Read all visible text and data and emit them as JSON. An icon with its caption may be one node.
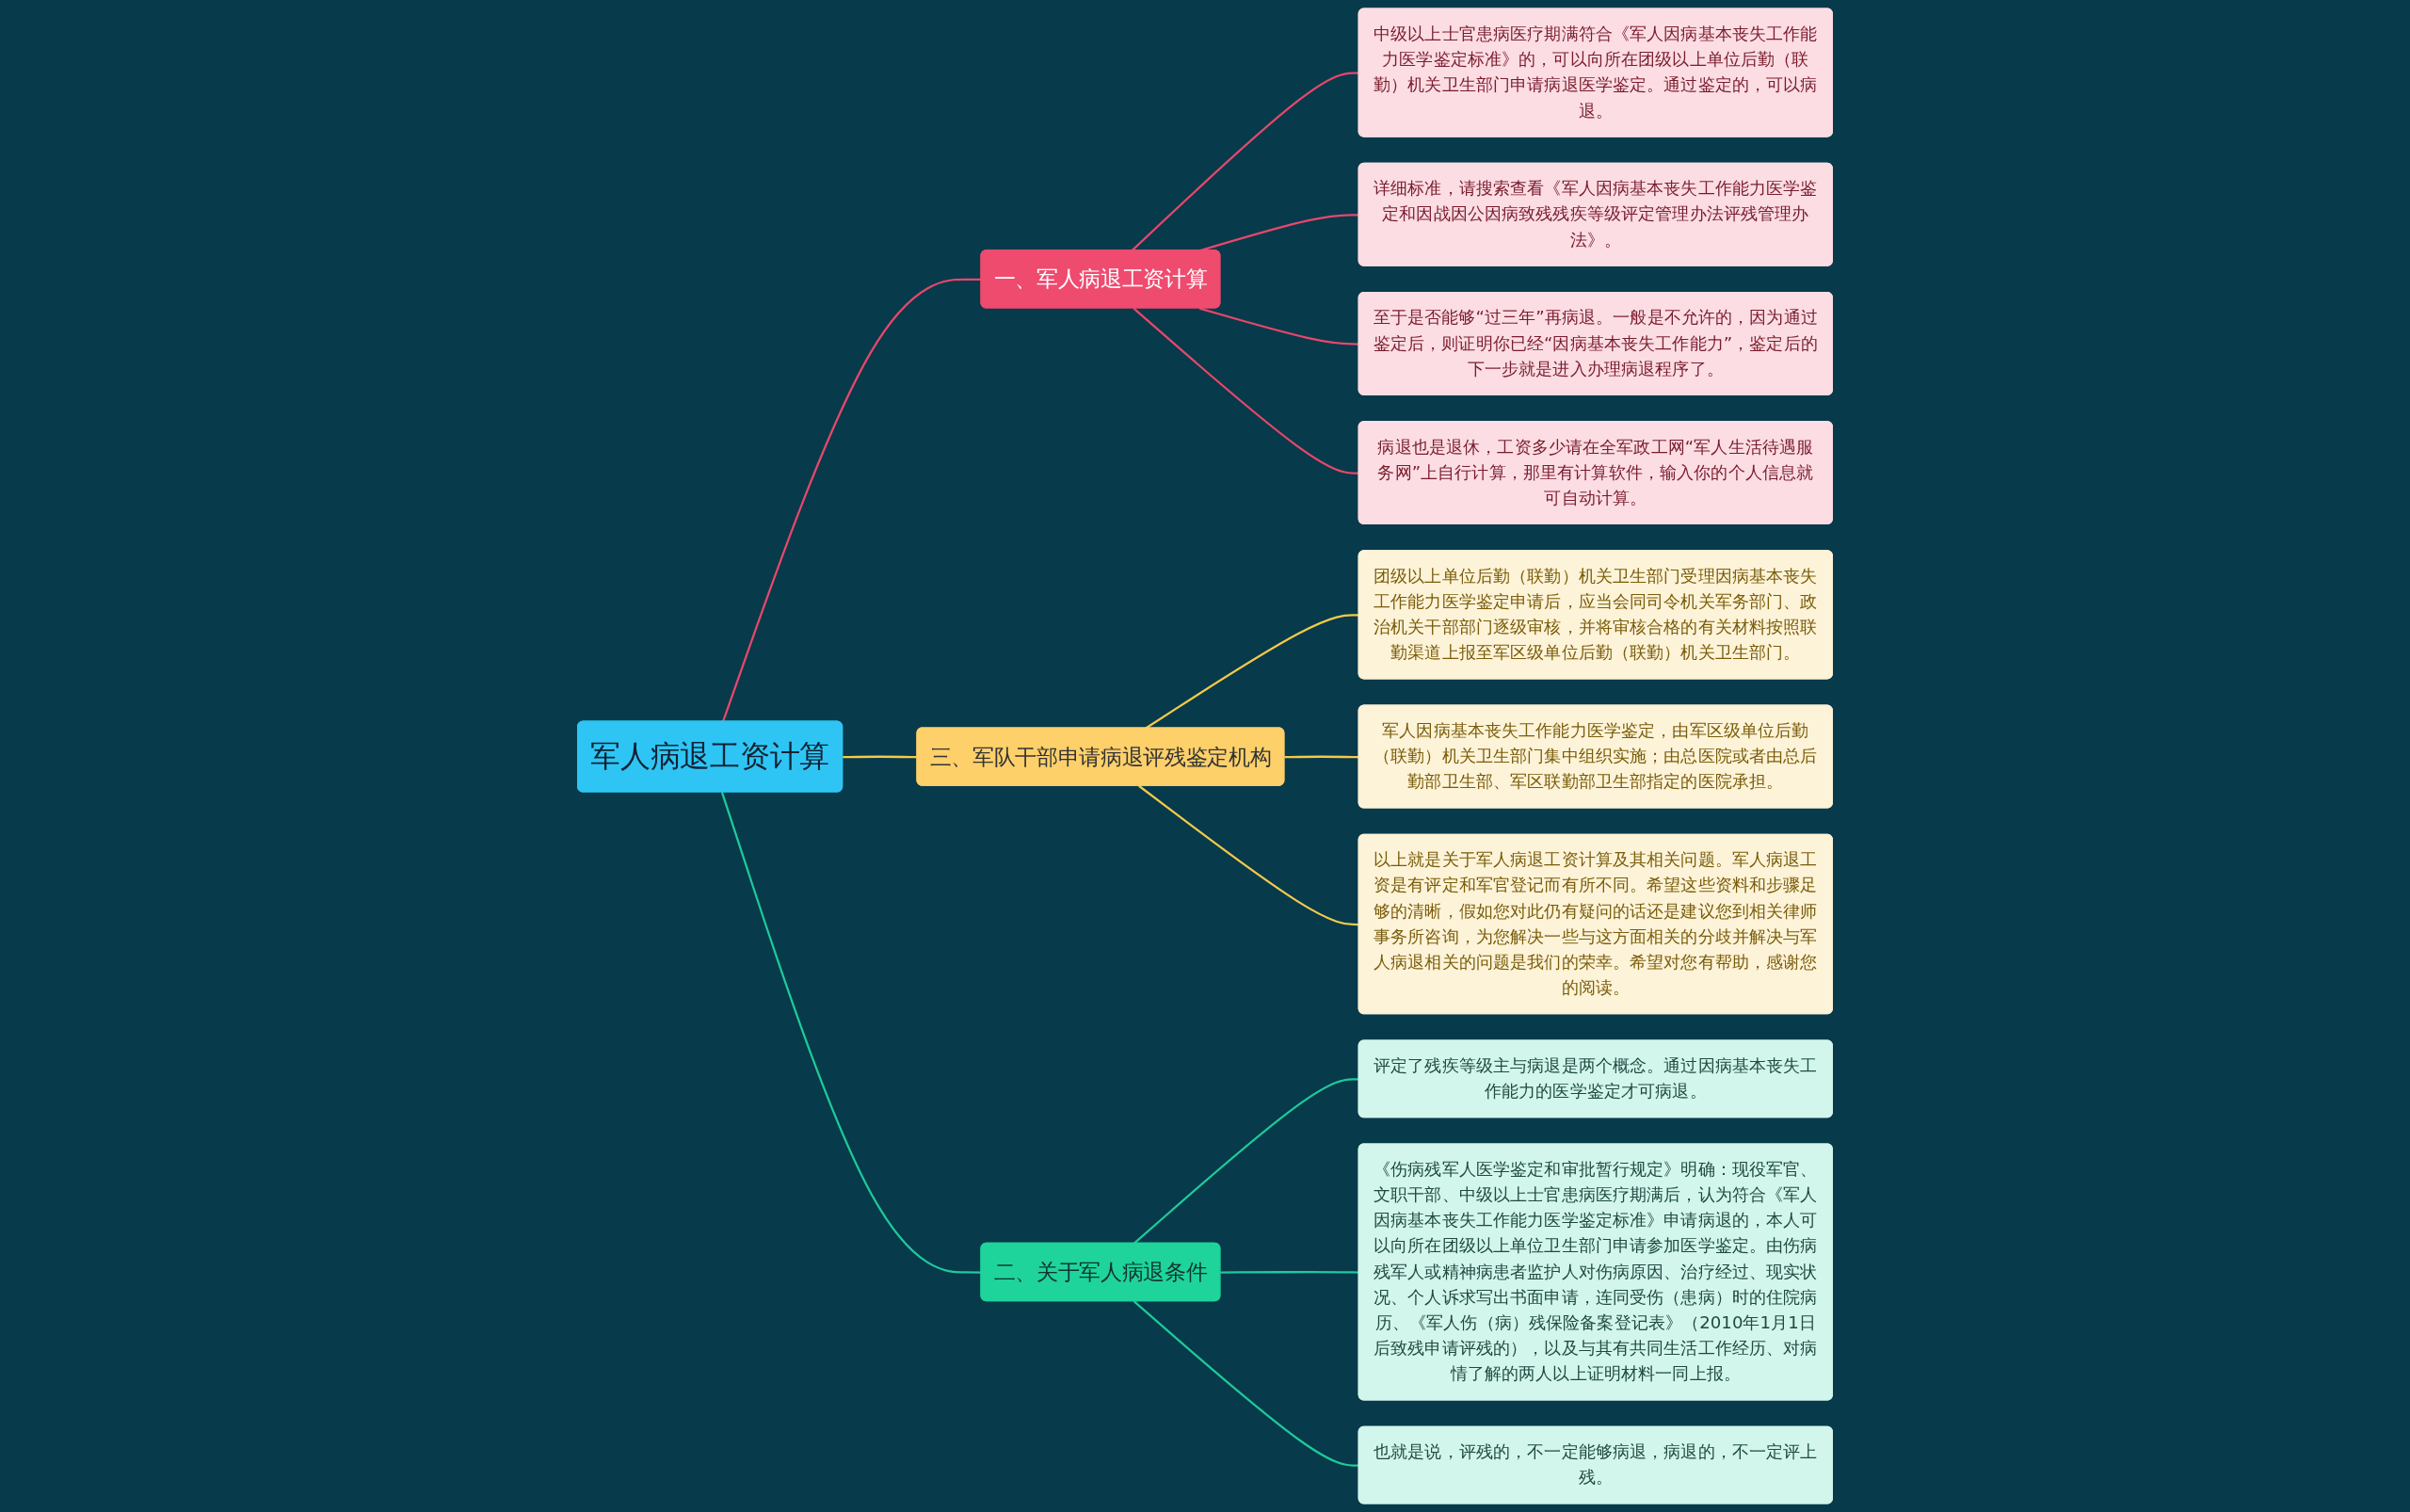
{
  "diagram": {
    "nodes": [
      {
        "text": [
          "军人病退工资计算"
        ]
      },
      {
        "text": [
          "一、军人病退工资计算"
        ]
      },
      {
        "text": [
          "中级以上士官患病医疗期满符合《军人因病基本丧失工作能力医学鉴定标准》的，可以向所在团级以上单位后勤（联勤）机关卫生部门申请病退医学鉴定。通过鉴定的，可以病退。"
        ]
      },
      {
        "text": [
          "详细标准，请搜索查看《军人因病基本丧失工作能力医学鉴定和因战因公因病致残残疾等级评定管理办法评残管理办法》。"
        ]
      },
      {
        "text": [
          "至于是否能够“过三年”再病退。一般是不允许的，因为通过鉴定后，则证明你已经“因病基本丧失工作能力”，鉴定后的下一步就是进入办理病退程序了。"
        ]
      },
      {
        "text": [
          "病退也是退休，工资多少请在全军政工网“军人生活待遇服务网”上自行计算，那里有计算软件，输入你的个人信息就可自动计算。"
        ]
      },
      {
        "text": [
          "三、军队干部申请病退评残鉴定机构"
        ]
      },
      {
        "text": [
          "团级以上单位后勤（联勤）机关卫生部门受理因病基本丧失工作能力医学鉴定申请后，应当会同司令机关军务部门、政治机关干部部门逐级审核，并将审核合格的有关材料按照联勤渠道上报至军区级单位后勤（联勤）机关卫生部门。"
        ]
      },
      {
        "text": [
          "军人因病基本丧失工作能力医学鉴定，由军区级单位后勤（联勤）机关卫生部门集中组织实施；由总医院或者由总后勤部卫生部、军区联勤部卫生部指定的医院承担。"
        ]
      },
      {
        "text": [
          "以上就是关于军人病退工资计算及其相关问题。军人病退工资是有评定和军官登记而有所不同。希望这些资料和步骤足够的清晰，假如您对此仍有疑问的话还是建议您到相关律师事务所咨询，为您解决一些与这方面相关的分歧并解决与军人病退相关的问题是我们的荣幸。希望对您有帮助，感谢您的阅读。"
        ]
      },
      {
        "text": [
          "二、关于军人病退条件"
        ]
      },
      {
        "text": [
          "评定了残疾等级主与病退是两个概念。通过因病基本丧失工作能力的医学鉴定才可病退。"
        ]
      },
      {
        "text": [
          "《伤病残军人医学鉴定和审批暂行规定》明确：现役军官、文职干部、中级以上士官患病医疗期满后，认为符合《军人因病基本丧失工作能力医学鉴定标准》申请病退的，本人可以向所在团级以上单位卫生部门申请参加医学鉴定。由伤病残军人或精神病患者监护人对伤病原因、治疗经过、现实状况、个人诉求写出书面申请，连同受伤（患病）时的住院病历、《军人伤（病）残保险备案登记表》（2010年1月1日后致残申请评残的），以及与其有共同生活工作经历、对病情了解的两人以上证明材料一同上报。"
        ]
      },
      {
        "text": [
          "也就是说，评残的，不一定能够病退，病退的，不一定评上残。"
        ]
      }
    ],
    "edges": [
      {
        "from": 0,
        "to": 1,
        "arrow": "none"
      },
      {
        "from": 1,
        "to": 2,
        "arrow": "none"
      },
      {
        "from": 1,
        "to": 3,
        "arrow": "none"
      },
      {
        "from": 1,
        "to": 4,
        "arrow": "none"
      },
      {
        "from": 1,
        "to": 5,
        "arrow": "none"
      },
      {
        "from": 0,
        "to": 6,
        "arrow": "none",
        "color": "#f5c94a"
      },
      {
        "from": 6,
        "to": 7,
        "arrow": "none",
        "color": "#f5c94a"
      },
      {
        "from": 6,
        "to": 8,
        "arrow": "none",
        "color": "#f5c94a"
      },
      {
        "from": 6,
        "to": 9,
        "arrow": "none",
        "color": "#f5c94a"
      },
      {
        "from": 0,
        "to": 10,
        "arrow": "none",
        "color": "#1fc99a"
      },
      {
        "from": 10,
        "to": 11,
        "arrow": "none",
        "color": "#1fc99a"
      },
      {
        "from": 10,
        "to": 12,
        "arrow": "none",
        "color": "#1fc99a"
      },
      {
        "from": 10,
        "to": 13,
        "arrow": "none",
        "color": "#1fc99a"
      }
    ]
  }
}
